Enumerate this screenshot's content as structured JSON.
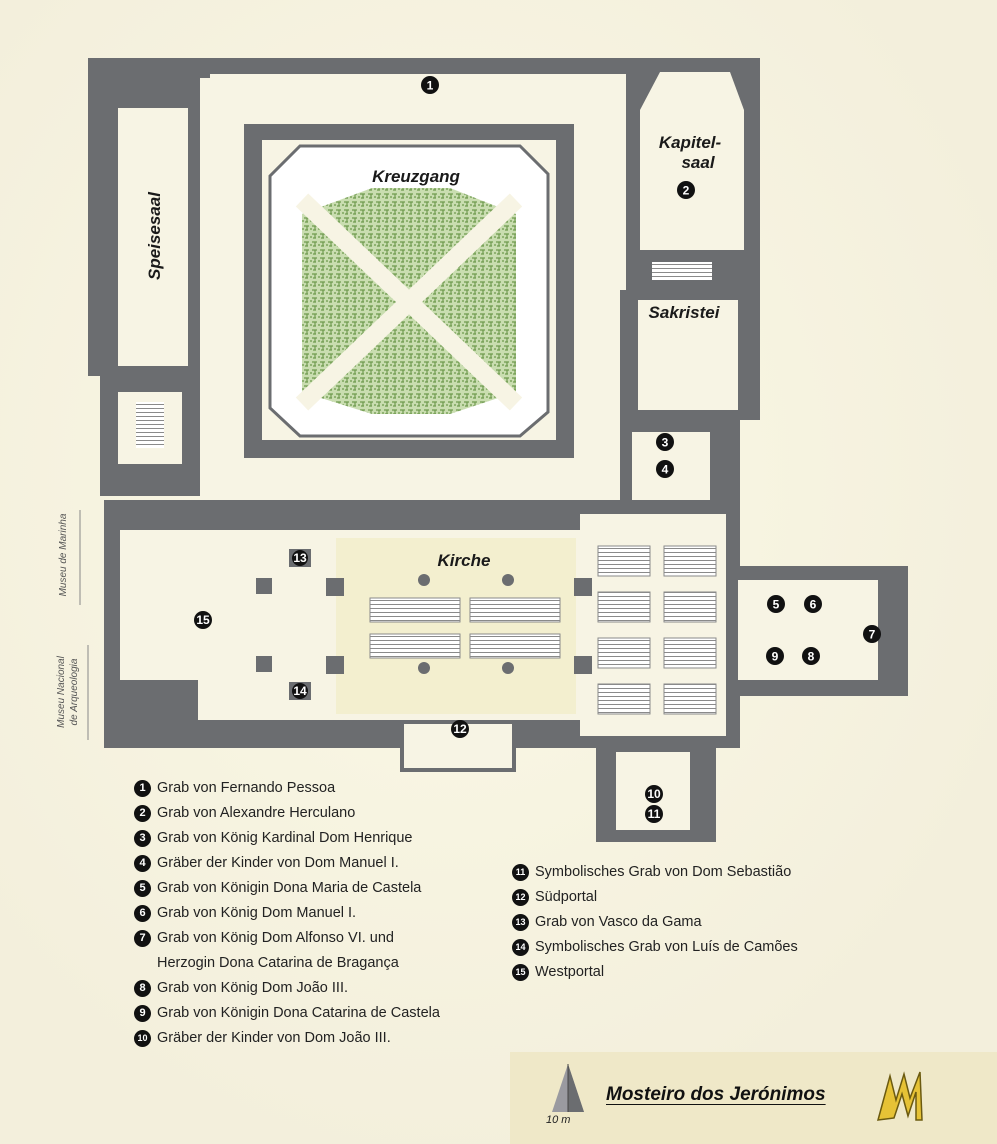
{
  "map": {
    "rooms": {
      "kreuzgang": "Kreuzgang",
      "kapitelsaal_1": "Kapitel-",
      "kapitelsaal_2": "saal",
      "sakristei": "Sakristei",
      "speisesaal": "Speisesaal",
      "kirche": "Kirche"
    },
    "side_labels": {
      "marinha": "Museu de Marinha",
      "arqueologia_1": "Museu Nacional",
      "arqueologia_2": "de Arqueologia"
    },
    "markers": [
      "1",
      "2",
      "3",
      "4",
      "5",
      "6",
      "7",
      "8",
      "9",
      "10",
      "11",
      "12",
      "13",
      "14",
      "15"
    ]
  },
  "legend": {
    "left": [
      {
        "num": "1",
        "text": "Grab von Fernando Pessoa"
      },
      {
        "num": "2",
        "text": "Grab von Alexandre Herculano"
      },
      {
        "num": "3",
        "text": "Grab von König Kardinal Dom Henrique"
      },
      {
        "num": "4",
        "text": "Gräber der Kinder von Dom Manuel I."
      },
      {
        "num": "5",
        "text": "Grab von Königin Dona Maria de Castela"
      },
      {
        "num": "6",
        "text": "Grab von König Dom Manuel I."
      },
      {
        "num": "7",
        "text": "Grab von König Dom Alfonso VI. und"
      },
      {
        "num": "",
        "text": "Herzogin Dona Catarina de Bragança"
      },
      {
        "num": "8",
        "text": "Grab von König Dom João III."
      },
      {
        "num": "9",
        "text": "Grab von Königin Dona Catarina de Castela"
      },
      {
        "num": "10",
        "text": "Gräber der Kinder von Dom João III."
      }
    ],
    "right": [
      {
        "num": "11",
        "text": "Symbolisches Grab von Dom Sebastião"
      },
      {
        "num": "12",
        "text": "Südportal"
      },
      {
        "num": "13",
        "text": "Grab von Vasco da Gama"
      },
      {
        "num": "14",
        "text": "Symbolisches Grab von Luís de Camões"
      },
      {
        "num": "15",
        "text": "Westportal"
      }
    ]
  },
  "title": {
    "text": "Mosteiro dos Jerónimos",
    "scale": "10 m"
  },
  "colors": {
    "wall": "#6b6d70",
    "floor": "#f7f4e4",
    "nave": "#f3efcf",
    "garden": "#b8d39a",
    "panel": "#efe8c8",
    "marker": "#111111"
  }
}
